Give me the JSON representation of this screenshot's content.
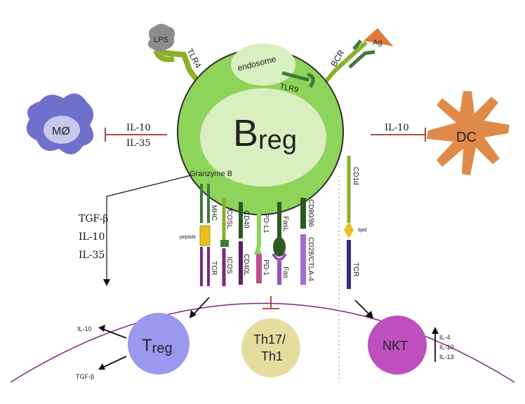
{
  "breg": {
    "main": "B",
    "sub": "reg"
  },
  "endosome": "endosome",
  "tlr9": "TLR9",
  "lps": "LPS",
  "tlr4": "TLR4",
  "bcr": "BCR",
  "ag": "Ag",
  "mo": "MØ",
  "dc": "DC",
  "left_inhibit": [
    "IL-10",
    "IL-35"
  ],
  "right_inhibit": "IL-10",
  "granzyme": "Granzyme B",
  "secreted": [
    "TGF-β",
    "IL-10",
    "IL-35"
  ],
  "receptors": {
    "mhc": "MHC",
    "peptide": "peptide",
    "tcr1": "TCR",
    "icosl": "ICOSL",
    "icos": "ICOS",
    "cd40": "CD40",
    "cd40l": "CD40L",
    "pdl1": "PD-L1",
    "pd1": "PD-1",
    "fasl": "FasL",
    "fas": "Fas",
    "cd80": "CD80/86",
    "cd28": "CD28/CTLA-4",
    "cd1d": "CD1d",
    "lipid": "lipid",
    "tcr2": "TCR"
  },
  "treg": {
    "main": "T",
    "sub": "reg"
  },
  "treg_out": [
    "IL-10",
    "TGF-β"
  ],
  "th": [
    "Th17/",
    "Th1"
  ],
  "nkt": "NKT",
  "nkt_out": [
    "IL-4",
    "IL-10",
    "IL-13"
  ]
}
